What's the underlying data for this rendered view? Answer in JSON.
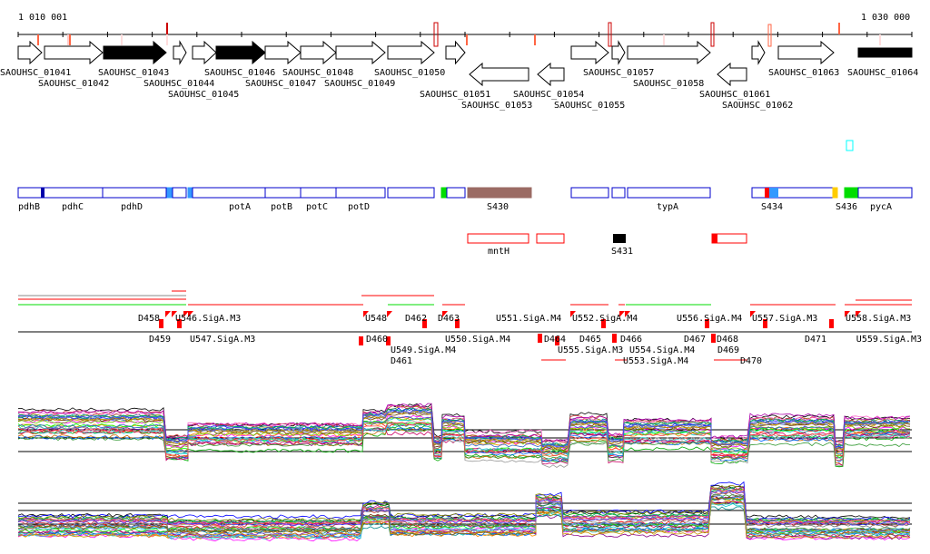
{
  "ruler": {
    "start_label": "1 010 001",
    "end_label": "1 030 000"
  },
  "genes": [
    "SAOUHSC_01041",
    "SAOUHSC_01042",
    "SAOUHSC_01043",
    "SAOUHSC_01044",
    "SAOUHSC_01045",
    "SAOUHSC_01046",
    "SAOUHSC_01047",
    "SAOUHSC_01048",
    "SAOUHSC_01049",
    "SAOUHSC_01050",
    "SAOUHSC_01051",
    "SAOUHSC_01053",
    "SAOUHSC_01054",
    "SAOUHSC_01055",
    "SAOUHSC_01057",
    "SAOUHSC_01058",
    "SAOUHSC_01061",
    "SAOUHSC_01062",
    "SAOUHSC_01063",
    "SAOUHSC_01064"
  ],
  "features": [
    "pdhB",
    "pdhC",
    "pdhD",
    "potA",
    "potB",
    "potC",
    "potD",
    "S430",
    "typA",
    "S434",
    "S436",
    "pycA"
  ],
  "features2": [
    "mntH",
    "S431"
  ],
  "transcripts": [
    "D458",
    "D459",
    "U546.SigA.M3",
    "U547.SigA.M3",
    "U548",
    "U549.SigA.M4",
    "D460",
    "D461",
    "D462",
    "D463",
    "U550.SigA.M4",
    "U551.SigA.M4",
    "D464",
    "U555.SigA.M3",
    "U552.SigA.M4",
    "D465",
    "U553.SigA.M4",
    "U554.SigA.M4",
    "D466",
    "D467",
    "D468",
    "U556.SigA.M4",
    "D469",
    "D470",
    "U557.SigA.M3",
    "D471",
    "U558.SigA.M3",
    "U559.SigA.M3"
  ],
  "colors": {
    "accent": "#ff0000",
    "green": "#00ff00",
    "feature_brown": "#9b6b64"
  }
}
